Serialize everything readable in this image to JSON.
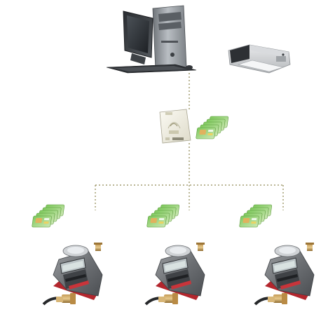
{
  "diagram": {
    "background_color": "#ffffff",
    "connector_color": "#a49d72",
    "nodes": [
      {
        "id": "computer",
        "icon": "desktop-computer-icon"
      },
      {
        "id": "printer",
        "icon": "printer-icon"
      },
      {
        "id": "card-reader",
        "icon": "card-reader-icon"
      },
      {
        "id": "card-stack-top",
        "icon": "ic-card-stack-icon"
      },
      {
        "id": "card-stack-left",
        "icon": "ic-card-stack-icon"
      },
      {
        "id": "card-stack-middle",
        "icon": "ic-card-stack-icon"
      },
      {
        "id": "card-stack-right",
        "icon": "ic-card-stack-icon"
      },
      {
        "id": "meter-left",
        "icon": "water-meter-icon"
      },
      {
        "id": "meter-middle",
        "icon": "water-meter-icon"
      },
      {
        "id": "meter-right",
        "icon": "water-meter-icon"
      }
    ],
    "edges": [
      {
        "from": "computer",
        "to": "card-reader",
        "style": "dotted"
      },
      {
        "from": "card-reader",
        "to": "meter-left",
        "style": "dotted"
      },
      {
        "from": "card-reader",
        "to": "meter-middle",
        "style": "dotted"
      },
      {
        "from": "card-reader",
        "to": "meter-right",
        "style": "dotted"
      }
    ]
  }
}
